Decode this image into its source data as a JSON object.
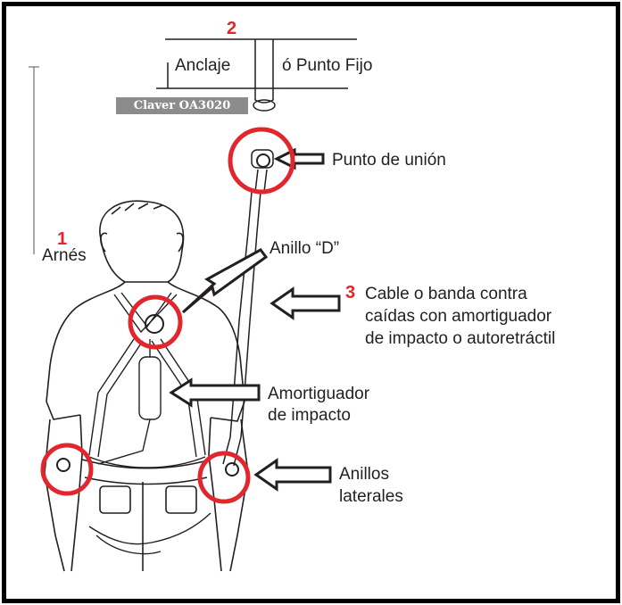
{
  "numbers": {
    "n1": "1",
    "n2": "2",
    "n3": "3"
  },
  "labels": {
    "anclaje": "Anclaje",
    "punto_fijo": "ó Punto Fijo",
    "code": "Claver OA3020",
    "punto_union": "Punto de unión",
    "arnes": "Arnés",
    "anillo_d": "Anillo “D”",
    "cable_lines": [
      "Cable o banda contra",
      "caídas con amortiguador",
      "de impacto o autoretráctil"
    ],
    "amortiguador_lines": [
      "Amortiguador",
      "de impacto"
    ],
    "anillos_lines": [
      "Anillos",
      "laterales"
    ]
  },
  "colors": {
    "highlight": "#e1262d",
    "ink": "#231f20",
    "frame": "#000000",
    "code_bg": "#8c8c8c"
  }
}
